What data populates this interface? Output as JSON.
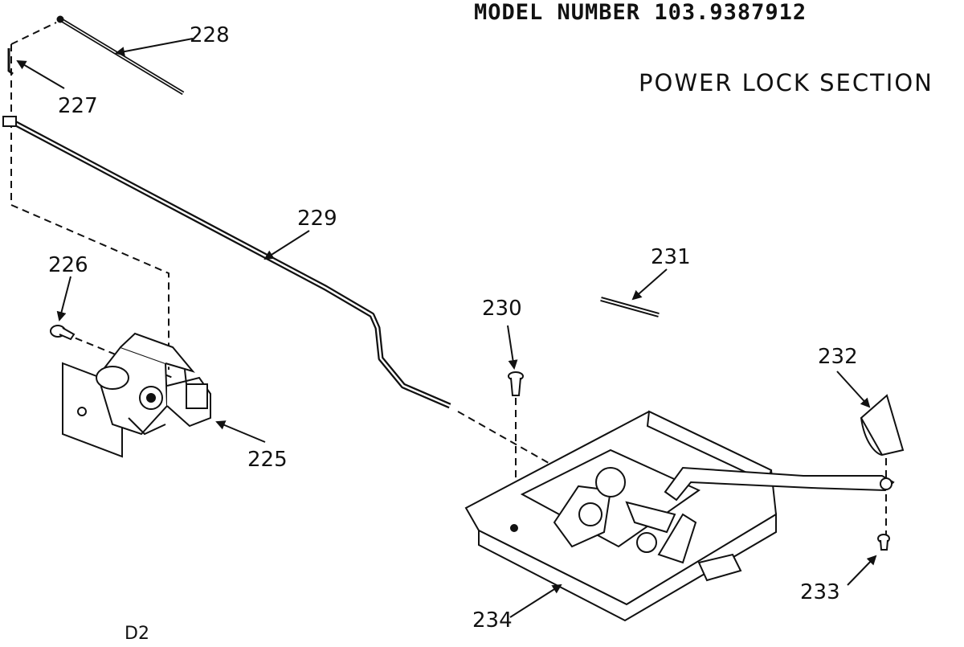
{
  "header": {
    "model_number": "MODEL NUMBER 103.9387912",
    "section_title": "POWER LOCK SECTION"
  },
  "sheet_code": "D2",
  "parts": {
    "p225": "225",
    "p226": "226",
    "p227": "227",
    "p228": "228",
    "p229": "229",
    "p230": "230",
    "p231": "231",
    "p232": "232",
    "p233": "233",
    "p234": "234"
  }
}
